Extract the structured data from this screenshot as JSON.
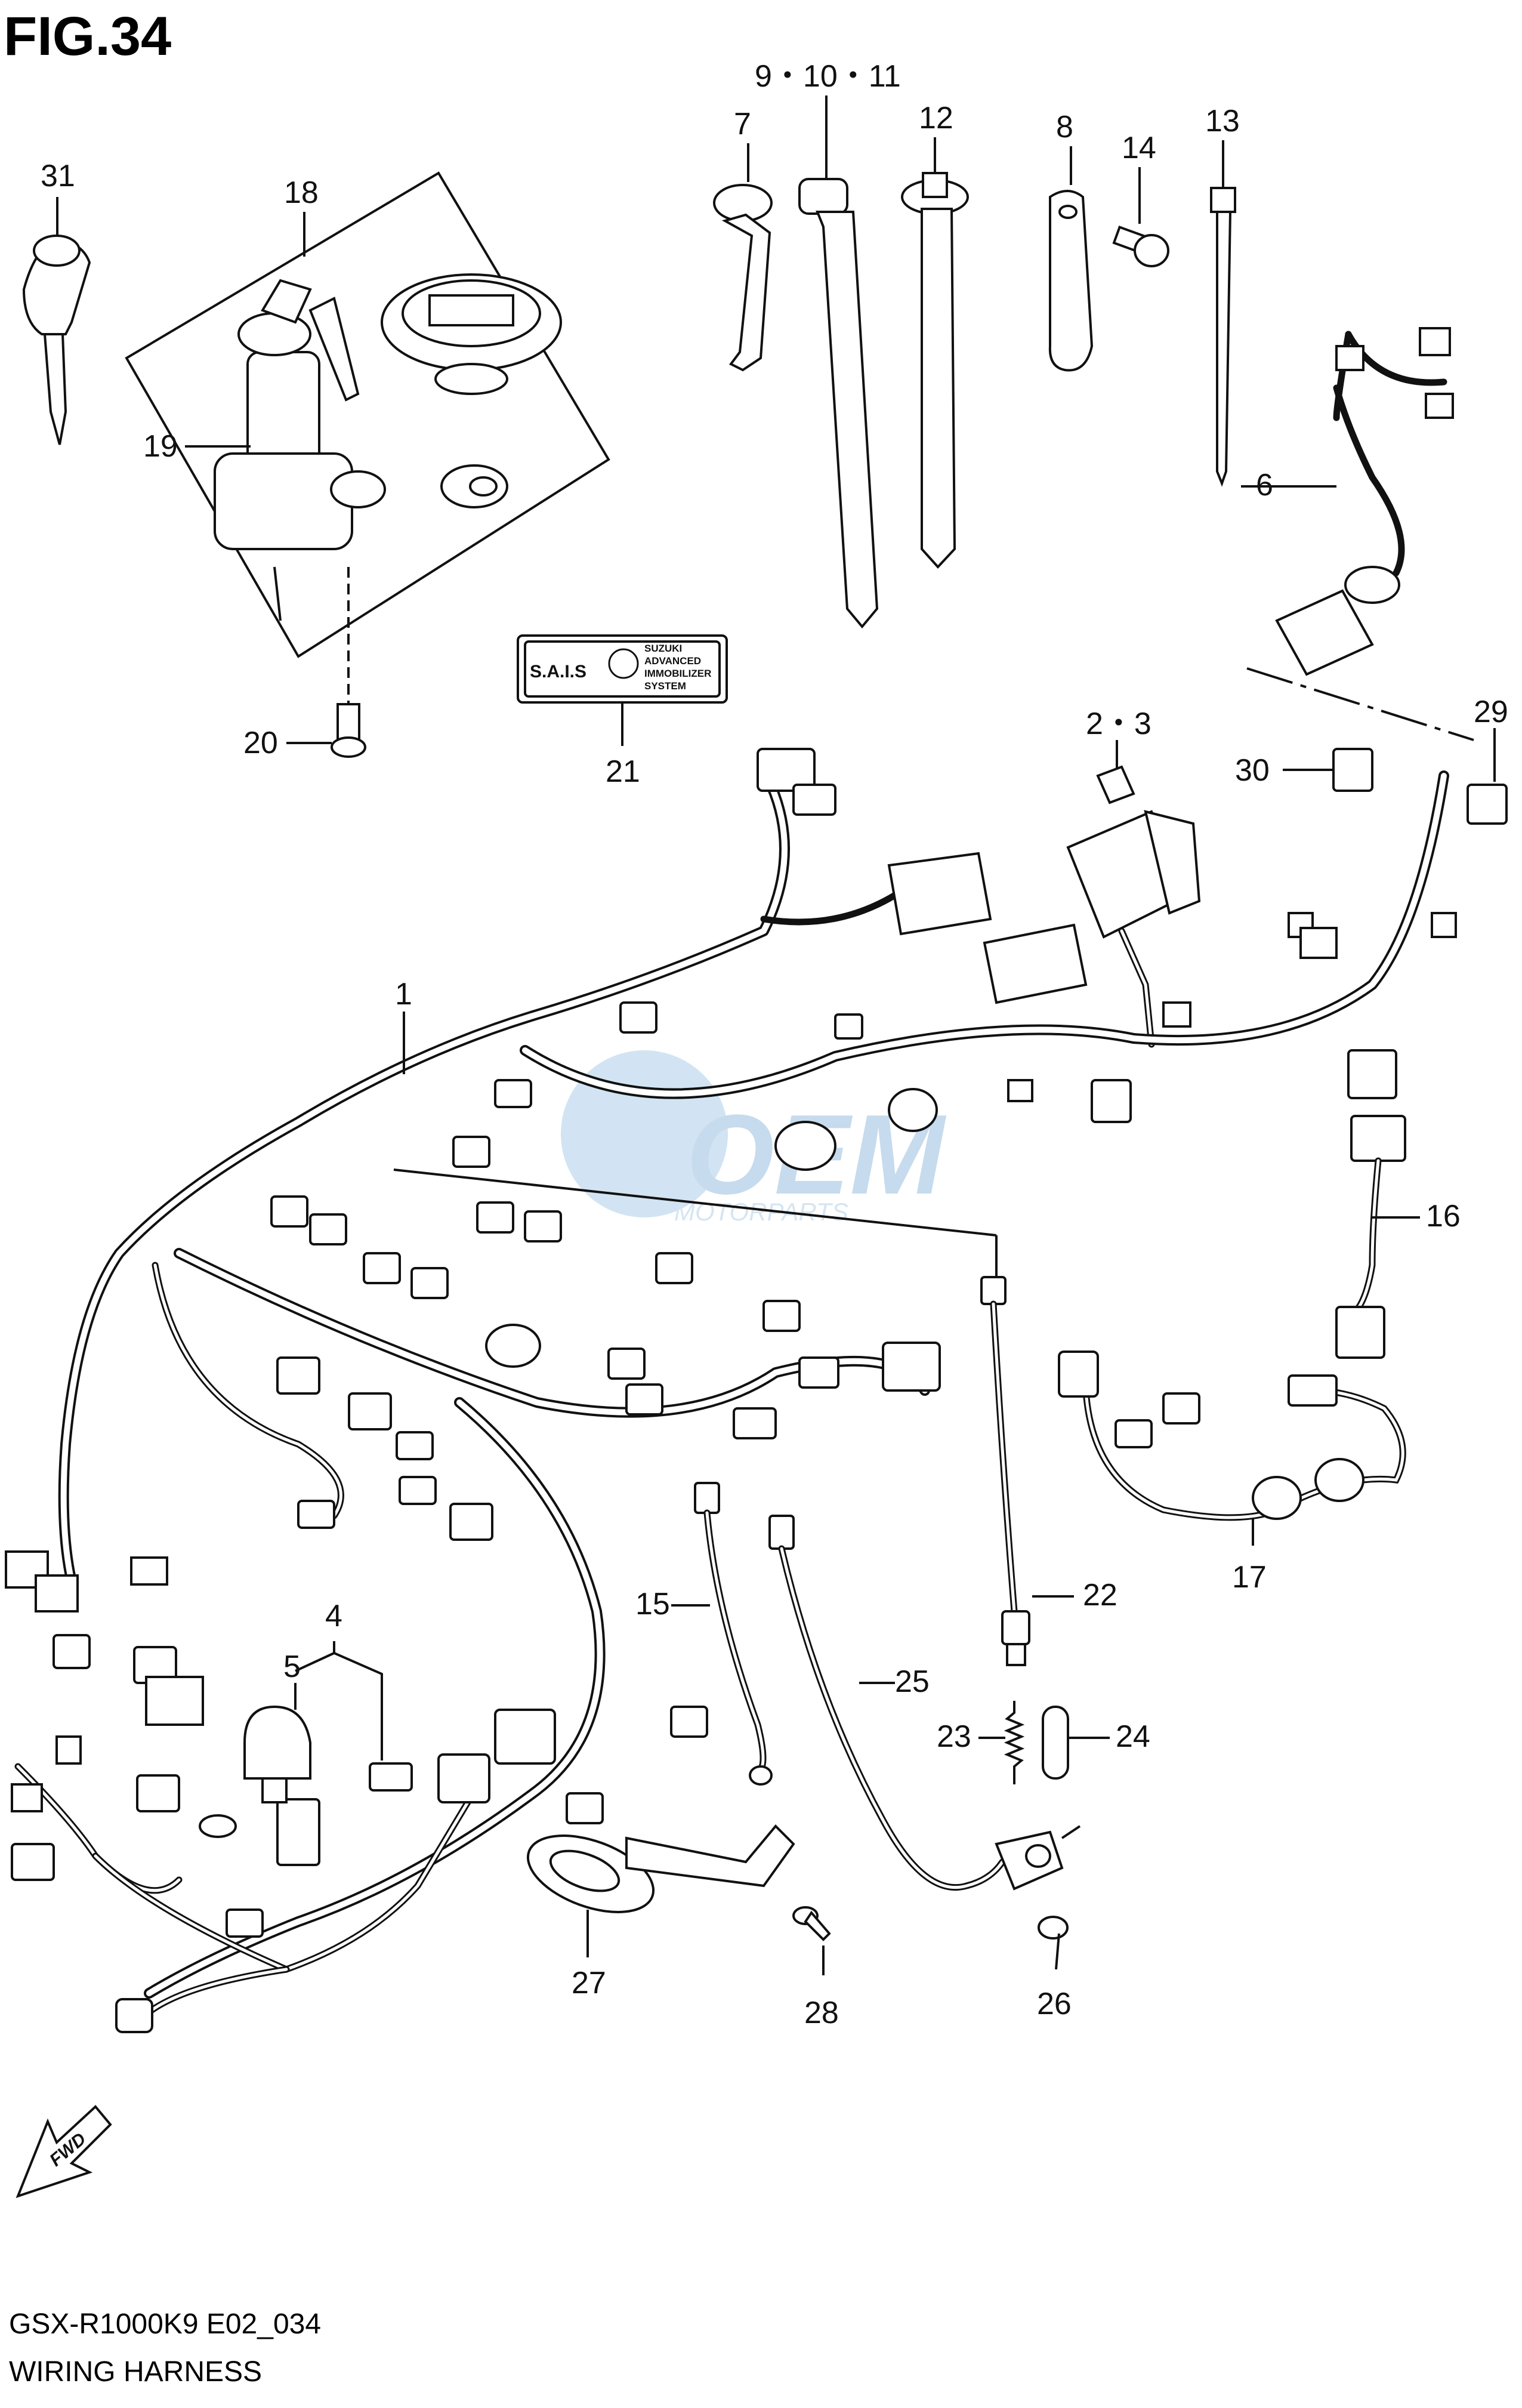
{
  "figure": {
    "title": "FIG.34"
  },
  "footer": {
    "model_code": "GSX-R1000K9 E02_034",
    "section_title": "WIRING HARNESS"
  },
  "watermark": {
    "brand": "OEM",
    "sub": "MOTORPARTS"
  },
  "sais_label": {
    "logo_text": "S.A.I.S",
    "lines": [
      "SUZUKI",
      "ADVANCED",
      "IMMOBILIZER",
      "SYSTEM"
    ]
  },
  "fwd_arrow": {
    "label": "FWD"
  },
  "callouts": {
    "c1": "1",
    "c2_3": "2・3",
    "c4": "4",
    "c5": "5",
    "c6": "6",
    "c7": "7",
    "c8": "8",
    "c9_10_11": "9・10・11",
    "c12": "12",
    "c13": "13",
    "c14": "14",
    "c15": "15",
    "c16": "16",
    "c17": "17",
    "c18": "18",
    "c19": "19",
    "c20": "20",
    "c21": "21",
    "c22": "22",
    "c23": "23",
    "c24": "24",
    "c25": "25",
    "c26": "26",
    "c27": "27",
    "c28": "28",
    "c29": "29",
    "c30": "30",
    "c31": "31"
  }
}
